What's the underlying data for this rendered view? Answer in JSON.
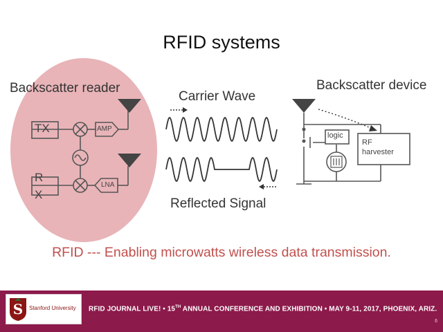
{
  "slide": {
    "title": "RFID systems",
    "tagline": "RFID --- Enabling microwatts wireless data transmission."
  },
  "reader": {
    "title": "Backscatter reader",
    "tx_label": "TX",
    "rx_label_top": "R",
    "rx_label_bottom": "X",
    "amp_label": "AMP",
    "lna_label": "LNA"
  },
  "signals": {
    "carrier_label": "Carrier Wave",
    "reflected_label": "Reflected Signal"
  },
  "device": {
    "title": "Backscatter device",
    "logic_label": "logic",
    "harvester_label_line1": "RF",
    "harvester_label_line2": "harvester"
  },
  "footer": {
    "logo_text": "Stanford University",
    "event_part1": "RFID JOURNAL LIVE!  •  15",
    "event_sup": "TH",
    "event_part2": " ANNUAL CONFERENCE AND EXHIBITION  •  MAY 9-11, 2017, PHOENIX, ARIZ.",
    "page_number": "6"
  },
  "colors": {
    "reader_fill": "#e8b4b8",
    "tagline": "#c0504d",
    "footer_bg": "#8c1a4b",
    "line": "#555555"
  }
}
